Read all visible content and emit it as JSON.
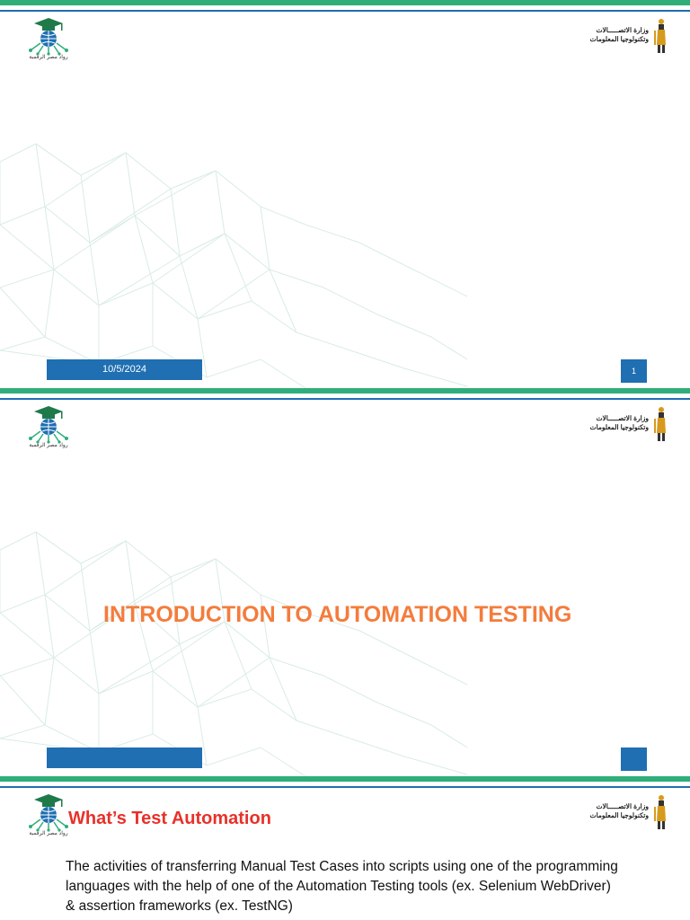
{
  "slides": [
    {
      "number": "1",
      "date": "10/5/2024",
      "title": "",
      "left_logo_text": "رواد مصر الرقمية",
      "right_logo_line1": "وزارة الاتصـــــالات",
      "right_logo_line2": "وتكنولوجيا المعلومات"
    },
    {
      "number": "",
      "date": "",
      "title": "INTRODUCTION TO AUTOMATION TESTING",
      "left_logo_text": "رواد مصر الرقمية",
      "right_logo_line1": "وزارة الاتصـــــالات",
      "right_logo_line2": "وتكنولوجيا المعلومات"
    },
    {
      "heading": "What’s Test Automation",
      "body": "The activities of transferring Manual Test Cases into scripts using one of the programming languages with the help of one of the Automation Testing tools (ex. Selenium WebDriver) & assertion frameworks (ex. TestNG)",
      "left_logo_text": "رواد مصر الرقمية",
      "right_logo_line1": "وزارة الاتصـــــالات",
      "right_logo_line2": "وتكنولوجيا المعلومات"
    }
  ],
  "colors": {
    "top_bar_green": "#2fae7a",
    "top_bar_blue": "#1f6fb2",
    "footer_box_blue": "#1f6fb2",
    "title_orange": "#f47c3c",
    "heading_red": "#e8312a"
  },
  "icons": {
    "left_logo": "graduation-cap-globe-logo",
    "right_logo": "pharaonic-figure-ministry-logo"
  }
}
